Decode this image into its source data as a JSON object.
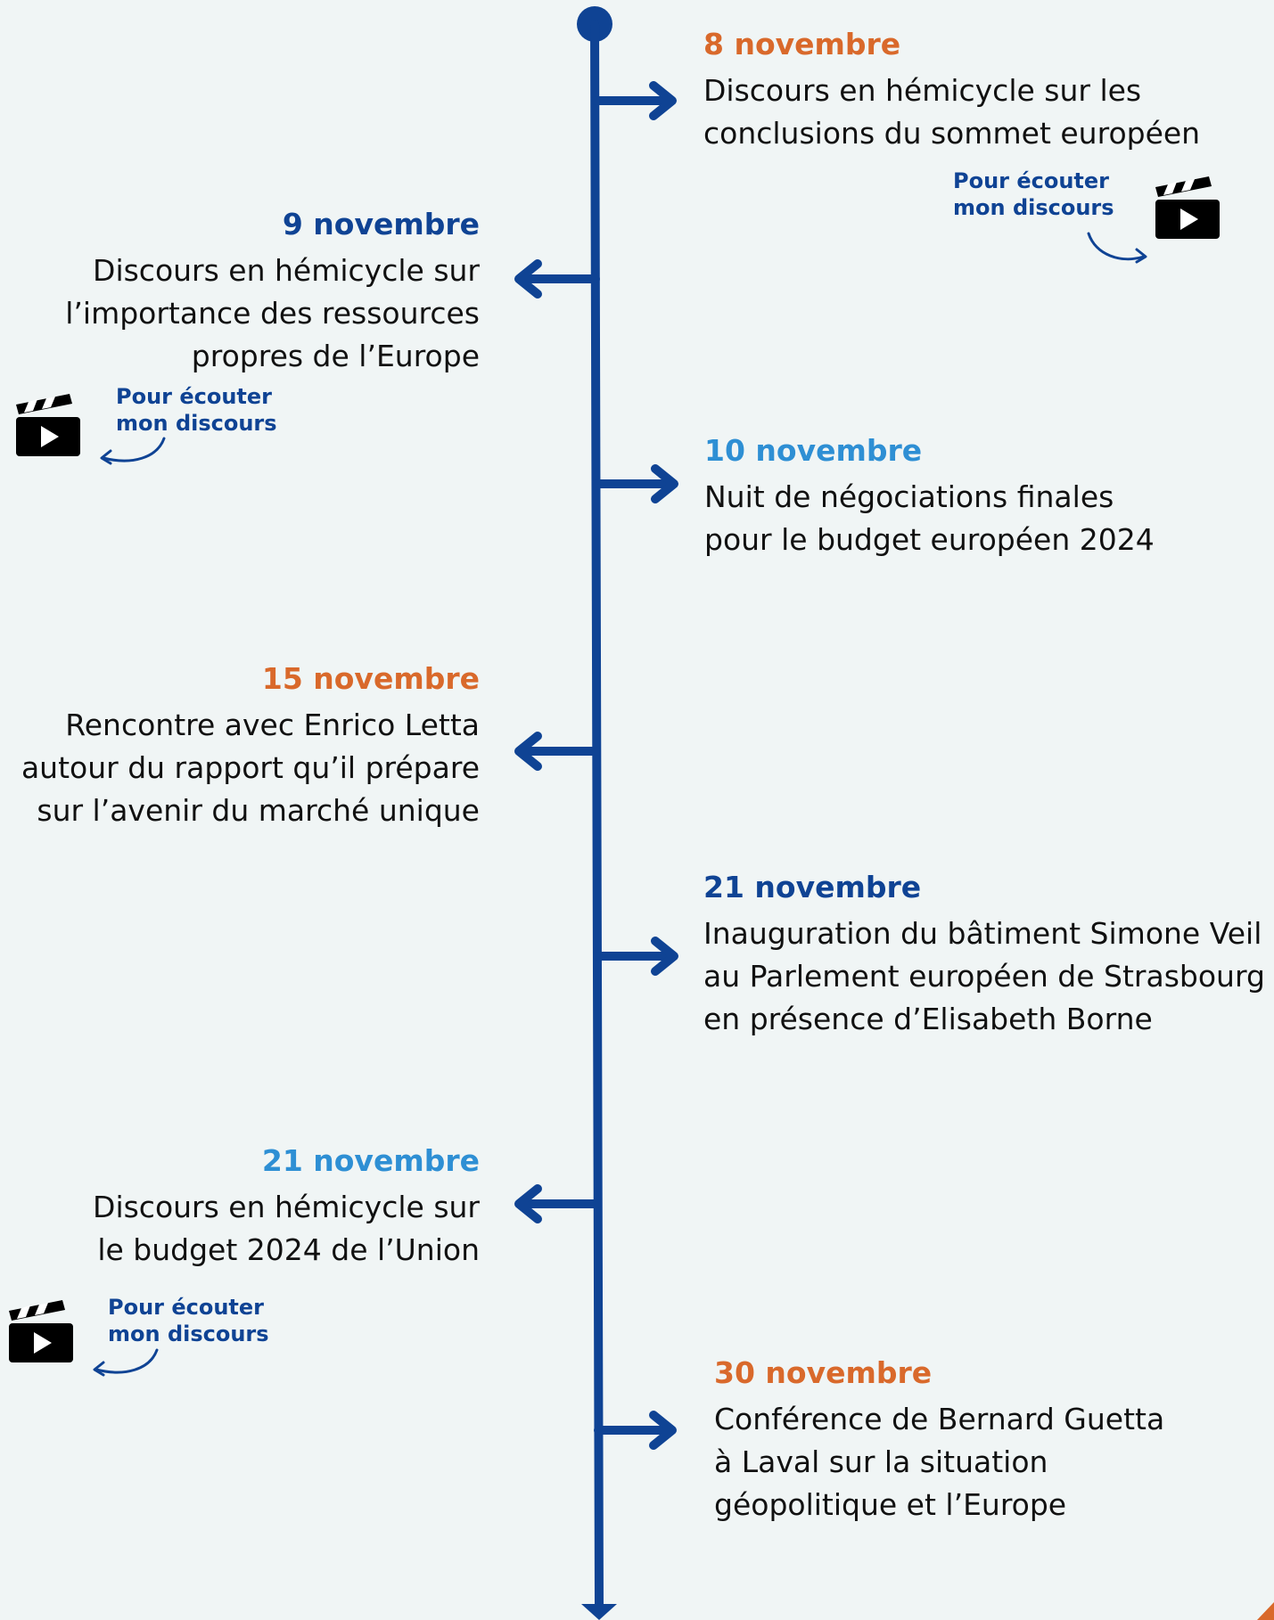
{
  "colors": {
    "axis": "#0f4394",
    "orange": "#d9692b",
    "navy": "#0f4394",
    "light_blue": "#2e8fd4",
    "text": "#111111",
    "background": "#f0f5f5"
  },
  "events": [
    {
      "date": "8 novembre",
      "text": "Discours en hémicycle sur les\nconclusions du sommet européen",
      "side": "right",
      "date_color": "orange"
    },
    {
      "date": "9 novembre",
      "text": "Discours en hémicycle sur\nl’importance des ressources\npropres de l’Europe",
      "side": "left",
      "date_color": "navy"
    },
    {
      "date": "10 novembre",
      "text": "Nuit de négociations finales\npour le budget européen 2024",
      "side": "right",
      "date_color": "light_blue"
    },
    {
      "date": "15 novembre",
      "text": "Rencontre avec Enrico Letta\nautour du rapport qu’il prépare\nsur l’avenir du marché unique",
      "side": "left",
      "date_color": "orange"
    },
    {
      "date": "21 novembre",
      "text": "Inauguration du bâtiment Simone Veil\nau Parlement européen de Strasbourg\nen présence d’Elisabeth Borne",
      "side": "right",
      "date_color": "navy"
    },
    {
      "date": "21 novembre",
      "text": "Discours en hémicycle sur\nle budget 2024 de l’Union",
      "side": "left",
      "date_color": "light_blue"
    },
    {
      "date": "30 novembre",
      "text": "Conférence de Bernard Guetta\nà Laval sur la situation\ngéopolitique et l’Europe",
      "side": "right",
      "date_color": "orange"
    }
  ],
  "listen_links": [
    {
      "label": "Pour    écouter\nmon discours",
      "icon": "clapperboard-play-icon"
    },
    {
      "label": "Pour    écouter\nmon discours",
      "icon": "clapperboard-play-icon"
    },
    {
      "label": "Pour    écouter\nmon discours",
      "icon": "clapperboard-play-icon"
    }
  ]
}
